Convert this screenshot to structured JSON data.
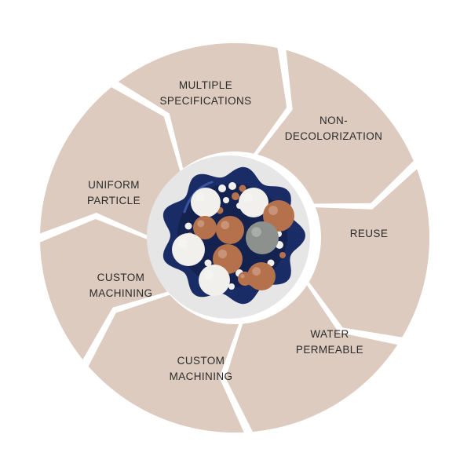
{
  "diagram": {
    "colors": {
      "segment_fill": "#dccbbe",
      "gap": "#ffffff",
      "center_ring": "#e6e6e6",
      "bowl": "#1a2c66",
      "bowl_highlight": "#3a55a0",
      "ball_white": "#f1f0ec",
      "ball_brown": "#b5714c",
      "ball_gray": "#8c918e",
      "label_text": "#2b2b2b"
    },
    "segments": [
      {
        "name": "multiple-specifications",
        "lines": [
          "MULTIPLE",
          "SPECIFICATIONS"
        ]
      },
      {
        "name": "non-decolorization",
        "lines": [
          "NON-",
          "DECOLORIZATION"
        ]
      },
      {
        "name": "reuse",
        "lines": [
          "REUSE"
        ]
      },
      {
        "name": "water-permeable",
        "lines": [
          "WATER",
          "PERMEABLE"
        ]
      },
      {
        "name": "custom-machining-bottom",
        "lines": [
          "CUSTOM",
          "MACHINING"
        ]
      },
      {
        "name": "custom-machining-left",
        "lines": [
          "CUSTOM",
          "MACHINING"
        ]
      },
      {
        "name": "uniform-particle",
        "lines": [
          "UNIFORM",
          "PARTICLE"
        ]
      }
    ],
    "center_image": {
      "icon": "ceramic-balls-in-blue-bowl"
    }
  }
}
